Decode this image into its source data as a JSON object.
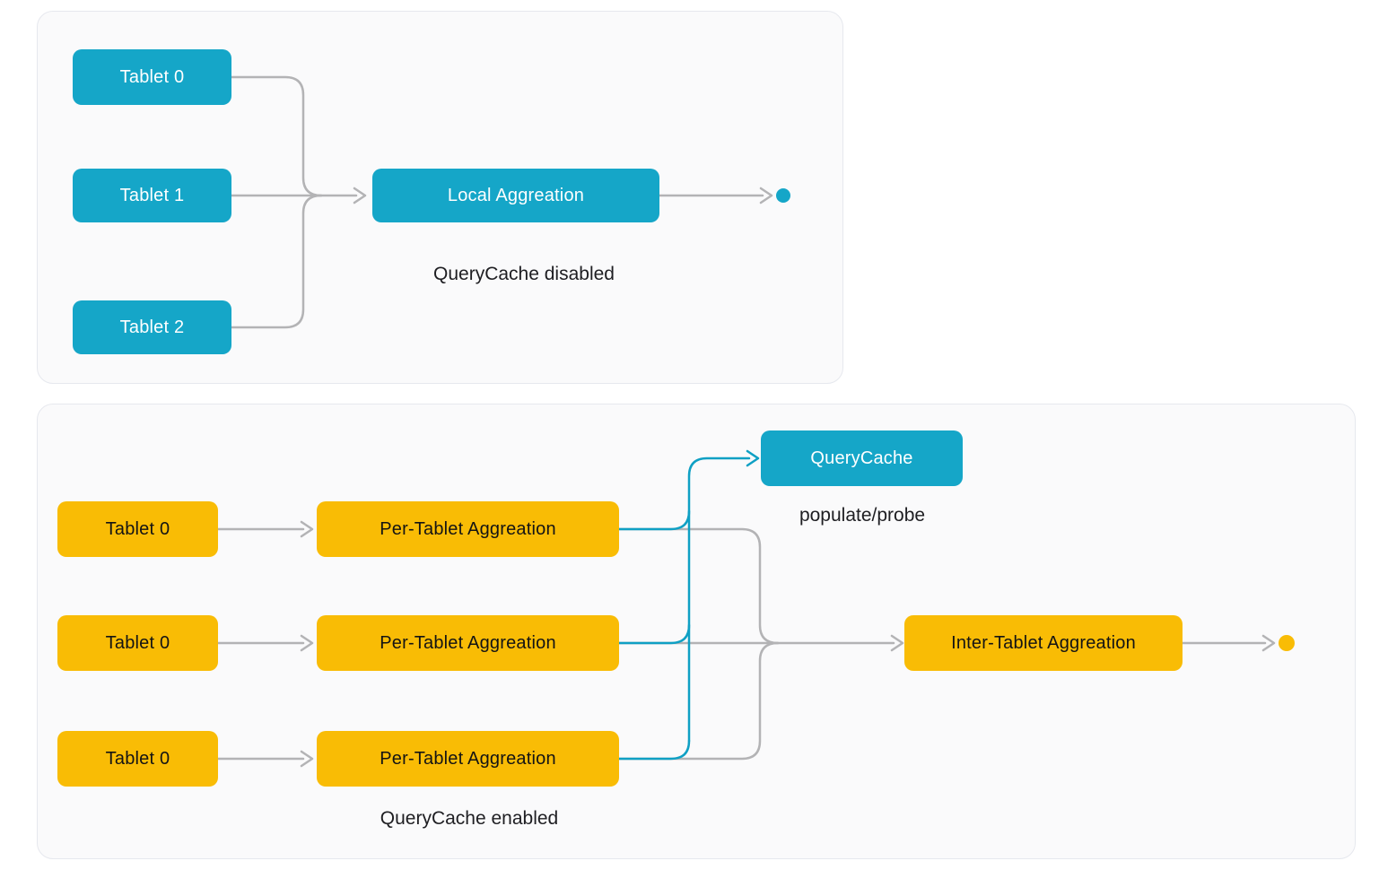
{
  "colors": {
    "teal": "#15a6c8",
    "teal_line": "#0fa0c4",
    "yellow": "#f9bc05",
    "gray": "#b3b3b5",
    "text": "#1e1e22",
    "panel_bg": "#fafafb",
    "panel_border": "#e6e8ee"
  },
  "top_panel": {
    "caption": "QueryCache disabled",
    "nodes": {
      "tablet0": "Tablet 0",
      "tablet1": "Tablet 1",
      "tablet2": "Tablet 2",
      "local_agg": "Local Aggreation"
    }
  },
  "bottom_panel": {
    "caption": "QueryCache enabled",
    "cache_annotation": "populate/probe",
    "nodes": {
      "tablet_a": "Tablet 0",
      "tablet_b": "Tablet 0",
      "tablet_c": "Tablet 0",
      "per_tablet_a": "Per-Tablet Aggreation",
      "per_tablet_b": "Per-Tablet Aggreation",
      "per_tablet_c": "Per-Tablet Aggreation",
      "query_cache": "QueryCache",
      "inter_tablet": "Inter-Tablet Aggreation"
    }
  }
}
